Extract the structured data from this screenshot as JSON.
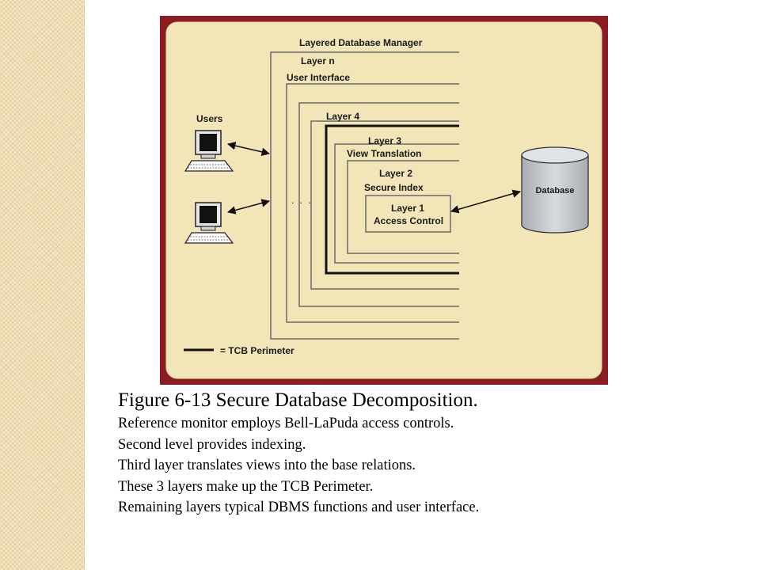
{
  "diagram": {
    "labels": {
      "manager": "Layered Database Manager",
      "layer_n_line1": "Layer n",
      "layer_n_line2": "User Interface",
      "layer4": "Layer 4",
      "layer3_line1": "Layer 3",
      "layer3_line2": "View Translation",
      "layer2_line1": "Layer 2",
      "layer2_line2": "Secure Index",
      "layer1_line1": "Layer 1",
      "layer1_line2": "Access Control",
      "users": "Users",
      "database": "Database",
      "ellipsis": ". . .",
      "legend": "= TCB Perimeter"
    },
    "colors": {
      "frame": "#8b1c23",
      "panel": "#f2e6b8",
      "lines": "#6b6b6b",
      "tcb": "#111111",
      "cylinder": "#c9ccd1"
    },
    "icons": [
      "computer-terminal-icon",
      "computer-terminal-icon",
      "database-cylinder-icon"
    ]
  },
  "caption": {
    "title": "Figure 6-13  Secure Database Decomposition.",
    "lines": [
      "Reference monitor employs Bell-LaPuda access controls.",
      "Second level provides indexing.",
      "Third layer translates views into the base relations.",
      "These 3 layers make up the TCB Perimeter.",
      "Remaining layers typical DBMS functions and user interface."
    ]
  }
}
